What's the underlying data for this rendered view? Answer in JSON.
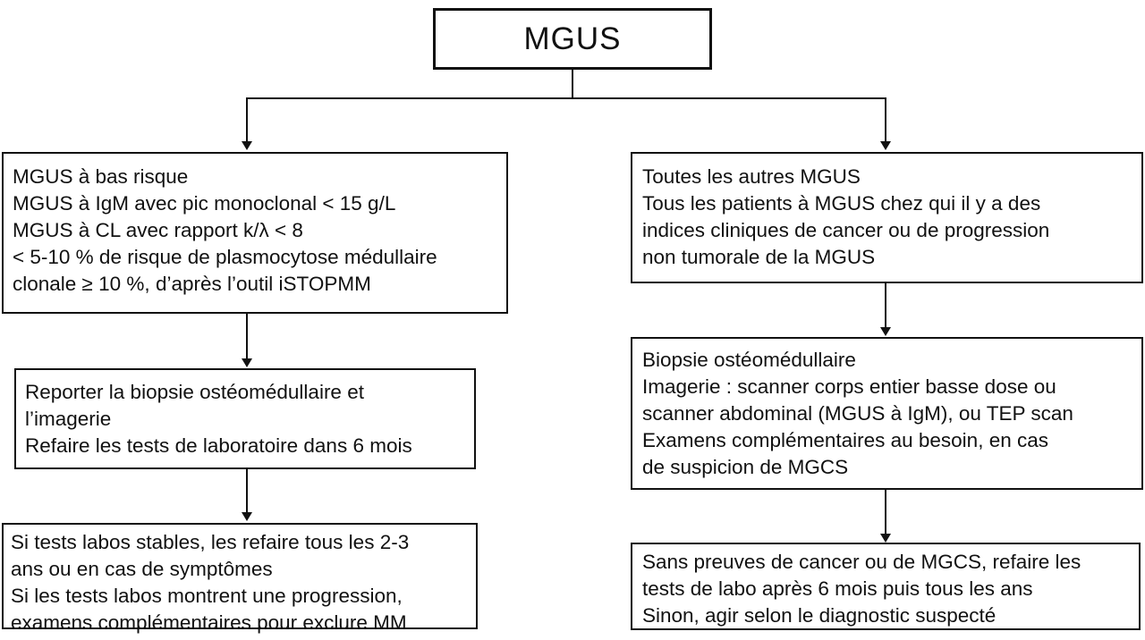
{
  "colors": {
    "ink": "#111111",
    "background": "#ffffff"
  },
  "root": {
    "label": "MGUS"
  },
  "left_column": [
    {
      "name": "low-risk-mgus",
      "lines": [
        "MGUS à bas risque",
        "MGUS à IgM avec pic monoclonal < 15 g/L",
        "MGUS à CL avec rapport k/λ < 8",
        "< 5-10 % de risque de plasmocytose médullaire",
        "clonale ≥ 10 %, d’après l’outil iSTOPMM"
      ]
    },
    {
      "name": "defer-biopsy-imaging",
      "lines": [
        "Reporter la biopsie ostéomédullaire et",
        "l’imagerie",
        "Refaire les tests de laboratoire dans 6 mois"
      ]
    },
    {
      "name": "stable-labs-follow-up",
      "lines": [
        "Si tests labos stables, les refaire tous les 2-3",
        "ans ou en cas de symptômes",
        "Si les tests labos montrent une progression,",
        "examens complémentaires pour exclure MM"
      ]
    }
  ],
  "right_column": [
    {
      "name": "all-other-mgus",
      "lines": [
        "Toutes les autres MGUS",
        "Tous les patients à MGUS chez qui il y a des",
        "indices cliniques de cancer ou de progression",
        "non tumorale de la MGUS"
      ]
    },
    {
      "name": "biopsy-imaging-workup",
      "lines": [
        "Biopsie ostéomédullaire",
        "Imagerie : scanner corps entier basse dose ou",
        "scanner abdominal (MGUS à IgM), ou TEP scan",
        "Examens complémentaires au besoin, en cas",
        "de suspicion de MGCS"
      ]
    },
    {
      "name": "no-cancer-follow-up",
      "lines": [
        "Sans preuves de cancer ou de MGCS, refaire les",
        "tests de labo après 6 mois puis tous les ans",
        "Sinon, agir selon le diagnostic suspecté"
      ]
    }
  ]
}
